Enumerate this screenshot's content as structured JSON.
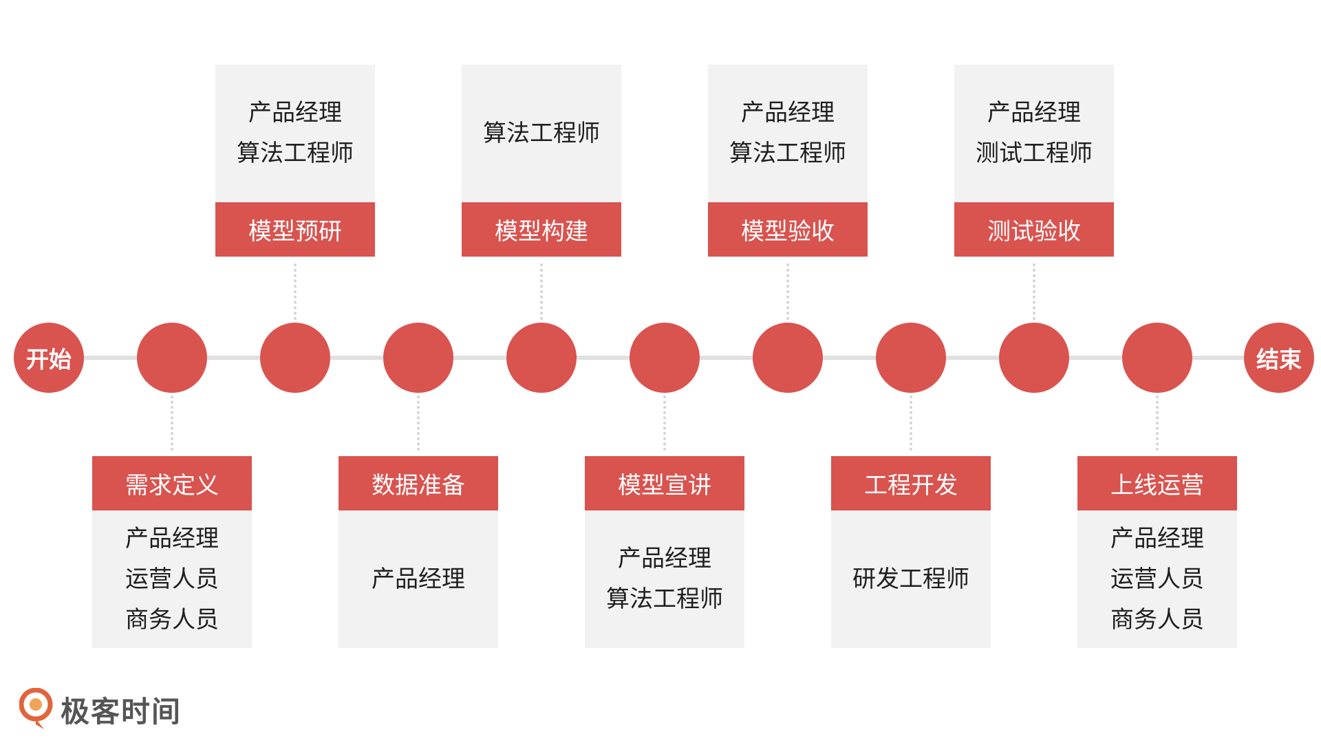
{
  "endpoints": {
    "start": "开始",
    "end": "结束"
  },
  "stages": [
    {
      "label": "需求定义",
      "roles": [
        "产品经理",
        "运营人员",
        "商务人员"
      ],
      "position": "below"
    },
    {
      "label": "模型预研",
      "roles": [
        "产品经理",
        "算法工程师"
      ],
      "position": "above"
    },
    {
      "label": "数据准备",
      "roles": [
        "产品经理"
      ],
      "position": "below"
    },
    {
      "label": "模型构建",
      "roles": [
        "算法工程师"
      ],
      "position": "above"
    },
    {
      "label": "模型宣讲",
      "roles": [
        "产品经理",
        "算法工程师"
      ],
      "position": "below"
    },
    {
      "label": "模型验收",
      "roles": [
        "产品经理",
        "算法工程师"
      ],
      "position": "above"
    },
    {
      "label": "工程开发",
      "roles": [
        "研发工程师"
      ],
      "position": "below"
    },
    {
      "label": "测试验收",
      "roles": [
        "产品经理",
        "测试工程师"
      ],
      "position": "above"
    },
    {
      "label": "上线运营",
      "roles": [
        "产品经理",
        "运营人员",
        "商务人员"
      ],
      "position": "below"
    }
  ],
  "logo": {
    "text": "极客时间"
  },
  "colors": {
    "accent": "#d9534f",
    "card_bg": "#f2f2f2",
    "line": "#e0e0e0"
  }
}
